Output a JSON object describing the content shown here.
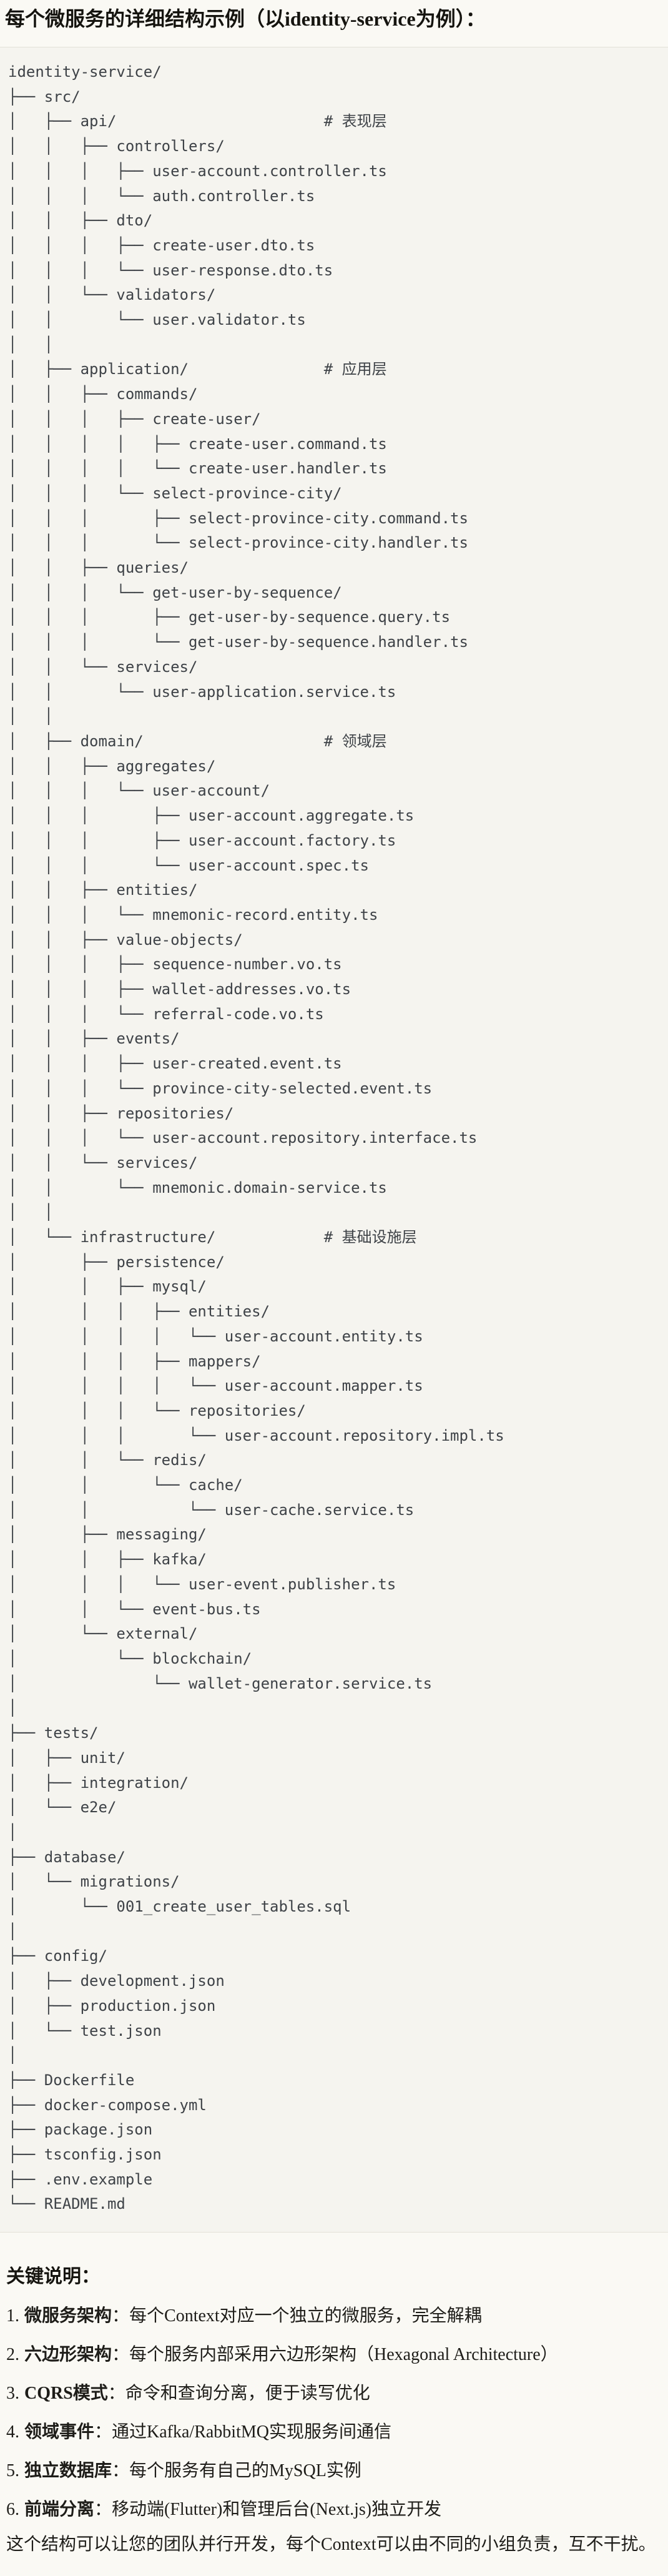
{
  "title": "每个微服务的详细结构示例（以identity-service为例）：",
  "tree": [
    "identity-service/",
    "├── src/",
    "│   ├── api/                       # 表现层",
    "│   │   ├── controllers/",
    "│   │   │   ├── user-account.controller.ts",
    "│   │   │   └── auth.controller.ts",
    "│   │   ├── dto/",
    "│   │   │   ├── create-user.dto.ts",
    "│   │   │   └── user-response.dto.ts",
    "│   │   └── validators/",
    "│   │       └── user.validator.ts",
    "│   │",
    "│   ├── application/               # 应用层",
    "│   │   ├── commands/",
    "│   │   │   ├── create-user/",
    "│   │   │   │   ├── create-user.command.ts",
    "│   │   │   │   └── create-user.handler.ts",
    "│   │   │   └── select-province-city/",
    "│   │   │       ├── select-province-city.command.ts",
    "│   │   │       └── select-province-city.handler.ts",
    "│   │   ├── queries/",
    "│   │   │   └── get-user-by-sequence/",
    "│   │   │       ├── get-user-by-sequence.query.ts",
    "│   │   │       └── get-user-by-sequence.handler.ts",
    "│   │   └── services/",
    "│   │       └── user-application.service.ts",
    "│   │",
    "│   ├── domain/                    # 领域层",
    "│   │   ├── aggregates/",
    "│   │   │   └── user-account/",
    "│   │   │       ├── user-account.aggregate.ts",
    "│   │   │       ├── user-account.factory.ts",
    "│   │   │       └── user-account.spec.ts",
    "│   │   ├── entities/",
    "│   │   │   └── mnemonic-record.entity.ts",
    "│   │   ├── value-objects/",
    "│   │   │   ├── sequence-number.vo.ts",
    "│   │   │   ├── wallet-addresses.vo.ts",
    "│   │   │   └── referral-code.vo.ts",
    "│   │   ├── events/",
    "│   │   │   ├── user-created.event.ts",
    "│   │   │   └── province-city-selected.event.ts",
    "│   │   ├── repositories/",
    "│   │   │   └── user-account.repository.interface.ts",
    "│   │   └── services/",
    "│   │       └── mnemonic.domain-service.ts",
    "│   │",
    "│   └── infrastructure/            # 基础设施层",
    "│       ├── persistence/",
    "│       │   ├── mysql/",
    "│       │   │   ├── entities/",
    "│       │   │   │   └── user-account.entity.ts",
    "│       │   │   ├── mappers/",
    "│       │   │   │   └── user-account.mapper.ts",
    "│       │   │   └── repositories/",
    "│       │   │       └── user-account.repository.impl.ts",
    "│       │   └── redis/",
    "│       │       └── cache/",
    "│       │           └── user-cache.service.ts",
    "│       ├── messaging/",
    "│       │   ├── kafka/",
    "│       │   │   └── user-event.publisher.ts",
    "│       │   └── event-bus.ts",
    "│       └── external/",
    "│           └── blockchain/",
    "│               └── wallet-generator.service.ts",
    "│",
    "├── tests/",
    "│   ├── unit/",
    "│   ├── integration/",
    "│   └── e2e/",
    "│",
    "├── database/",
    "│   └── migrations/",
    "│       └── 001_create_user_tables.sql",
    "│",
    "├── config/",
    "│   ├── development.json",
    "│   ├── production.json",
    "│   └── test.json",
    "│",
    "├── Dockerfile",
    "├── docker-compose.yml",
    "├── package.json",
    "├── tsconfig.json",
    "├── .env.example",
    "└── README.md"
  ],
  "notes": {
    "heading": "关键说明：",
    "items": [
      {
        "num": "1.",
        "term": "微服务架构",
        "text": "：每个Context对应一个独立的微服务，完全解耦"
      },
      {
        "num": "2.",
        "term": "六边形架构",
        "text": "：每个服务内部采用六边形架构（Hexagonal Architecture）"
      },
      {
        "num": "3.",
        "term": "CQRS模式",
        "text": "：命令和查询分离，便于读写优化"
      },
      {
        "num": "4.",
        "term": "领域事件",
        "text": "：通过Kafka/RabbitMQ实现服务间通信"
      },
      {
        "num": "5.",
        "term": "独立数据库",
        "text": "：每个服务有自己的MySQL实例"
      },
      {
        "num": "6.",
        "term": "前端分离",
        "text": "：移动端(Flutter)和管理后台(Next.js)独立开发"
      }
    ],
    "footer": "这个结构可以让您的团队并行开发，每个Context可以由不同的小组负责，互不干扰。"
  }
}
